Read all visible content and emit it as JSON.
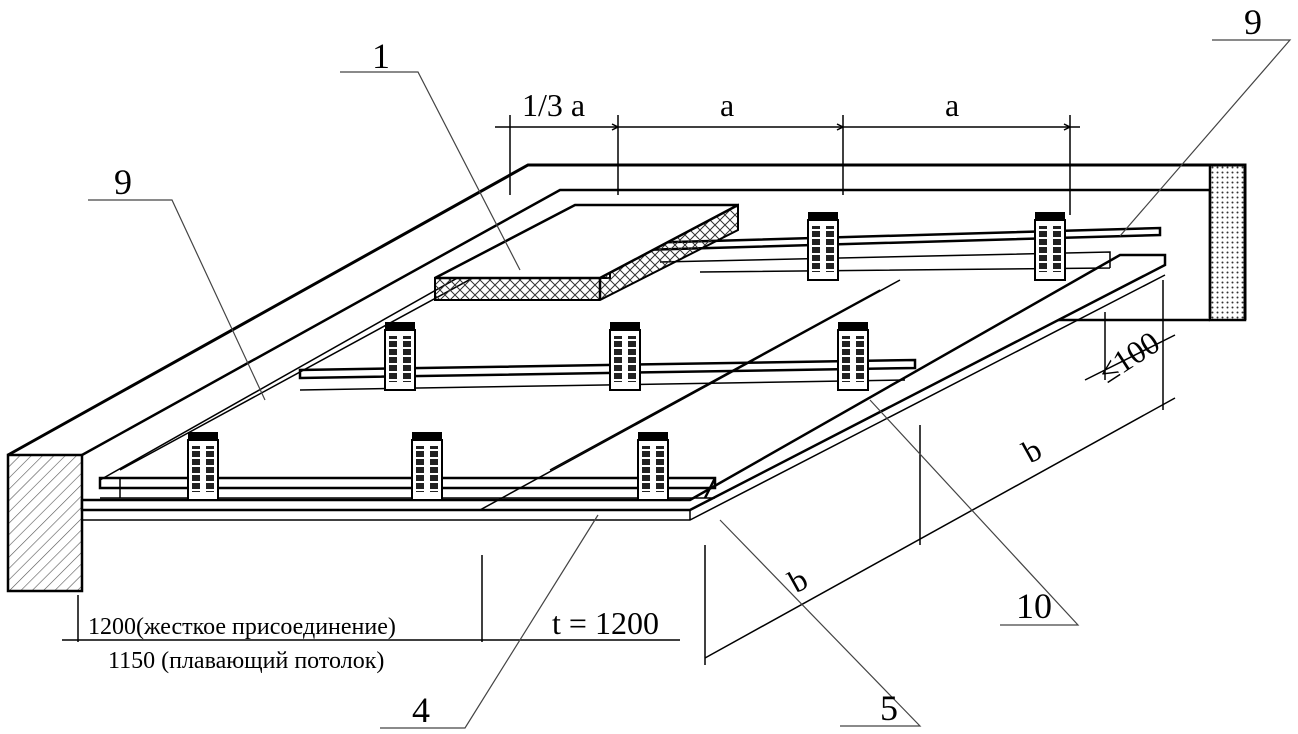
{
  "labels": {
    "callout_1": "1",
    "callout_9_left": "9",
    "callout_9_right": "9",
    "callout_4": "4",
    "callout_5": "5",
    "callout_10": "10"
  },
  "dimensions": {
    "third_a": "1/3 a",
    "a_first": "a",
    "a_second": "a",
    "b_near": "b",
    "b_far": "b",
    "edge_gap": "≤100",
    "length_t": "t = 1200",
    "rigid_connection": "1200(жесткое присоединение)",
    "floating_ceiling": "1150 (плавающий потолок)"
  },
  "colors": {
    "line": "#000000",
    "background": "#ffffff",
    "hatch": "#555555"
  }
}
